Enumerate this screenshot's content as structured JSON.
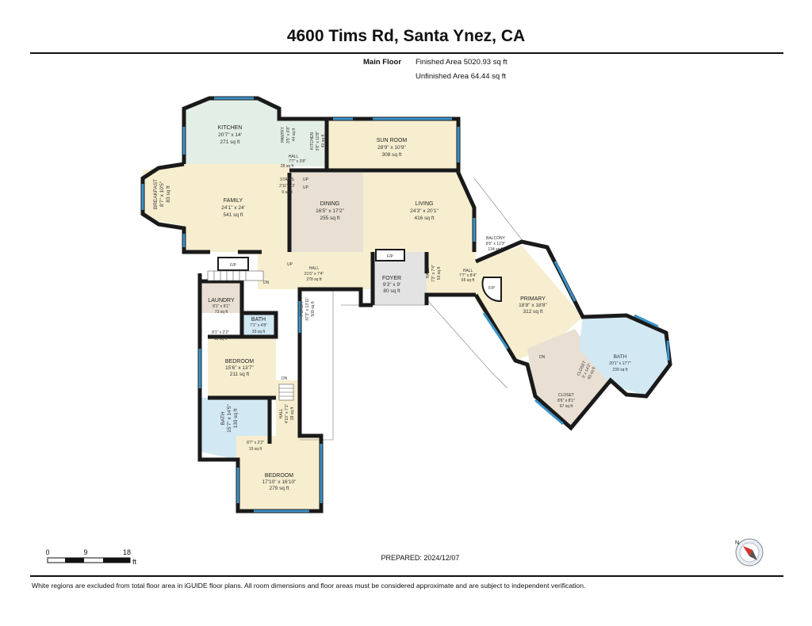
{
  "title": "4600 Tims Rd, Santa Ynez, CA",
  "floor": {
    "name": "Main Floor",
    "finished_area": "Finished Area 5020.93 sq ft",
    "unfinished_area": "Unfinished Area 64.44 sq ft"
  },
  "rooms": {
    "kitchen": {
      "name": "KITCHEN",
      "dims": "20'7\" x 14'",
      "area": "271 sq ft"
    },
    "pantry": {
      "name": "PANTRY",
      "dims": "3'5\" x 6'8\"",
      "area": "44 sq ft"
    },
    "kitchen2": {
      "name": "KITCHEN",
      "dims": "3'8\" x 10'9\"",
      "area": "40 sq ft"
    },
    "sunroom": {
      "name": "SUN ROOM",
      "dims": "28'9\" x 10'9\"",
      "area": "308 sq ft"
    },
    "hall_small": {
      "name": "HALL",
      "dims": "7'7\" x 3'8\"",
      "area": "28 sq ft"
    },
    "breakfast": {
      "name": "BREAKFAST",
      "dims": "8'7\" x 10'5\"",
      "area": "83 sq ft"
    },
    "family": {
      "name": "FAMILY",
      "dims": "24'1\" x 24'",
      "area": "541 sq ft"
    },
    "stairs": {
      "name": "STAIRS",
      "dims": "2'11\" x 3'",
      "area": "9 sq ft"
    },
    "up1": "UP",
    "up2": "UP",
    "up3": "UP",
    "dining": {
      "name": "DINING",
      "dims": "16'5\" x 17'2\"",
      "area": "255 sq ft"
    },
    "living": {
      "name": "LIVING",
      "dims": "24'3\" x 20'1\"",
      "area": "416 sq ft"
    },
    "balcony": {
      "name": "BALCONY",
      "dims": "9'6\" x 12'3\"",
      "area": "134 sq ft"
    },
    "fp1": "F/P",
    "fp2": "F/P",
    "fp3": "F/P",
    "hall_main": {
      "name": "HALL",
      "dims": "21'6\" x 7'4\"",
      "area": "278 sq ft"
    },
    "foyer": {
      "name": "FOYER",
      "dims": "9'3\" x 9'",
      "area": "80 sq ft"
    },
    "hall_v": {
      "name": "HALL",
      "dims": "7'3\" x 7'4\"",
      "area": "53 sq ft"
    },
    "hall_p": {
      "name": "HALL",
      "dims": "7'7\" x 8'4\"",
      "area": "65 sq ft"
    },
    "primary": {
      "name": "PRIMARY",
      "dims": "18'8\" x 18'8\"",
      "area": "312 sq ft"
    },
    "laundry": {
      "name": "LAUNDRY",
      "dims": "8'1\" x 9'1\"",
      "area": "73 sq ft"
    },
    "bath_small": {
      "name": "BATH",
      "dims": "7'1\" x 4'8\"",
      "area": "33 sq ft"
    },
    "closet_small": {
      "dims": "8'1\" x 2'2\"",
      "area": "18 sq ft"
    },
    "porch": {
      "name": "PORCH",
      "dims": "37'3\" x 13'11\"",
      "area": "509 sq ft"
    },
    "dn1": "DN",
    "dn2": "DN",
    "dn3": "DN",
    "bedroom1": {
      "name": "BEDROOM",
      "dims": "15'6\" x 13'7\"",
      "area": "211 sq ft"
    },
    "bath2": {
      "name": "BATH",
      "dims": "15'7\" x 14'5\"",
      "area": "130 sq ft"
    },
    "hall_b": {
      "name": "HALL",
      "dims": "4'10\" x 7'1\"",
      "area": "38 sq ft"
    },
    "closet_b": {
      "dims": "8'7\" x 2'2\"",
      "area": "19 sq ft"
    },
    "bedroom2": {
      "name": "BEDROOM",
      "dims": "17'10\" x 16'10\"",
      "area": "279 sq ft"
    },
    "bath_primary": {
      "name": "BATH",
      "dims": "20'1\" x 17'7\"",
      "area": "239 sq ft"
    },
    "closet_p1": {
      "name": "CLOSET",
      "dims": "5' x 14'2\"",
      "area": "60 sq ft"
    },
    "closet_p2": {
      "name": "CLOSET",
      "dims": "8'6\" x 8'1\"",
      "area": "67 sq ft"
    }
  },
  "scale": {
    "t0": "0",
    "t1": "9",
    "t2": "18",
    "unit": "ft"
  },
  "compass": "N",
  "prepared": "PREPARED: 2024/12/07",
  "footer": "White regions are excluded from total floor area in iGUIDE floor plans. All room dimensions and floor areas must be considered approximate and are subject to independent verification."
}
